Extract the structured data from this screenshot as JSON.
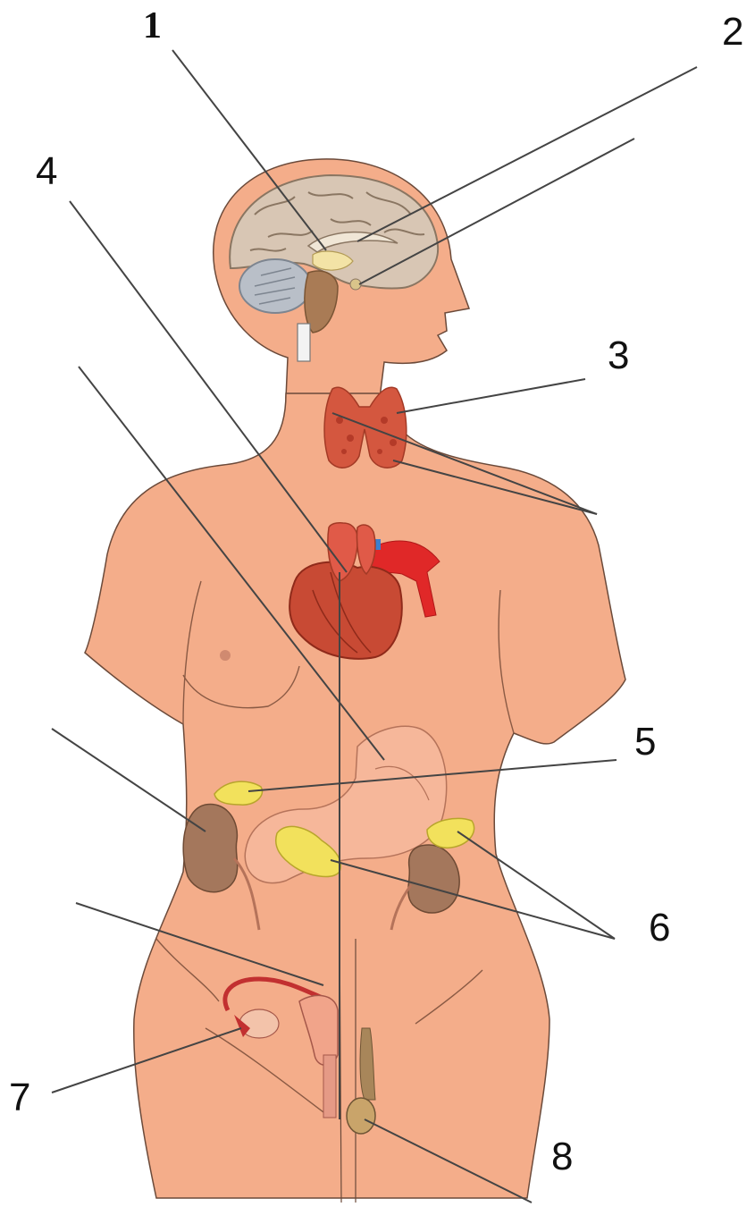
{
  "labels": {
    "l1": "1",
    "l2": "2",
    "l3": "3",
    "l4": "4",
    "l5": "5",
    "l6": "6",
    "l7": "7",
    "l8": "8"
  },
  "colors": {
    "skin": "#f4ad8a",
    "skin_outline": "#6b4a3a",
    "brain": "#d8c6b4",
    "cerebellum": "#b9bfc8",
    "thyroid": "#d4573f",
    "heart": "#c84a34",
    "vessel_red": "#e02828",
    "vessel_blue": "#3b7fd0",
    "adrenal_pancreas": "#f2e15c",
    "kidney": "#a4775c",
    "stomach": "#f6b79a",
    "leader_line": "#444444"
  }
}
